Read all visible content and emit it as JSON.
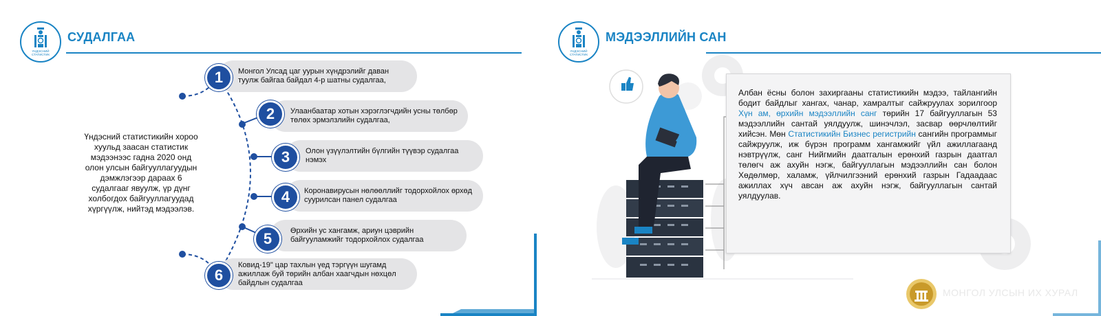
{
  "left_slide": {
    "title": "СУДАЛГАА",
    "summary": "Үндэсний статистикийн хороо хуульд заасан статистик мэдээнээс гадна 2020 онд олон улсын байгууллагуудын дэмжлэгээр дараах 6 судалгааг явуулж, үр дүнг холбогдох байгууллагуудад хүргүүлж, нийтэд мэдээлэв.",
    "items": [
      {
        "number": "1",
        "text": "Монгол Улсад цаг уурын хүндрэлийг даван туулж байгаа байдал 4-р шатны судалгаа,"
      },
      {
        "number": "2",
        "text": "Улаанбаатар хотын хэрэглэгчдийн усны төлбөр төлөх эрмэлзлийн судалгаа,"
      },
      {
        "number": "3",
        "text": "Олон үзүүлэлтийн бүлгийн түүвэр судалгаа нэмэх"
      },
      {
        "number": "4",
        "text": "Коронавирусын нөлөөллийг тодорхойлох өрхөд суурилсан панел судалгаа"
      },
      {
        "number": "5",
        "text": "Өрхийн ус хангамж, ариун цэврийн байгууламжийг тодорхойлох судалгаа"
      },
      {
        "number": "6",
        "text": "Ковид-19\" цар тахлын үед тэргүүн шугамд ажиллаж буй төрийн албан хаагчдын нөхцөл байдлын судалгаа"
      }
    ]
  },
  "right_slide": {
    "title": "МЭДЭЭЛЛИЙН САН",
    "paragraph": {
      "p1": "Албан ёсны болон захиргааны статистикийн мэдээ, тайлангийн бодит байдлыг хангах, чанар, хамралтыг сайжруулах зорилгоор ",
      "link1": "Хүн ам, өрхийн мэдээллийн санг",
      "p2": " төрийн 17 байгууллагын 53 мэдээллийн сантай уялдуулж, шинэчлэл, засвар өөрчлөлтийг хийсэн. Мөн ",
      "link2": "Статистикийн Бизнес регистрийн",
      "p3": " сангийн программыг сайжруулж, иж бүрэн программ хангамжийг үйл ажиллагаанд нэвтрүүлж, санг Нийгмийн даатгалын ерөнхий газрын даатгал төлөгч аж ахуйн нэгж, байгууллагын мэдээллийн сан болон Хөдөлмөр, халамж, үйлчилгээний ерөнхий газрын Гадаадаас ажиллах хүч авсан аж ахуйн нэгж, байгууллагын сантай уялдуулав."
    },
    "footer_text": "МОНГОЛ УЛСЫН ИХ ХУРАЛ"
  },
  "logo": {
    "line1": "ҮНДЭСНИЙ",
    "line2": "СТАТИСТИК"
  },
  "colors": {
    "accent": "#1a84c4",
    "circle": "#1f4fa0",
    "pill": "#e4e4e6",
    "shirt": "#3d9ad6"
  },
  "icons": [
    "emblem-logo-icon",
    "thumbs-up-icon",
    "gear-icon",
    "server-stack-icon",
    "person-with-tablet-icon",
    "parliament-seal-icon"
  ]
}
